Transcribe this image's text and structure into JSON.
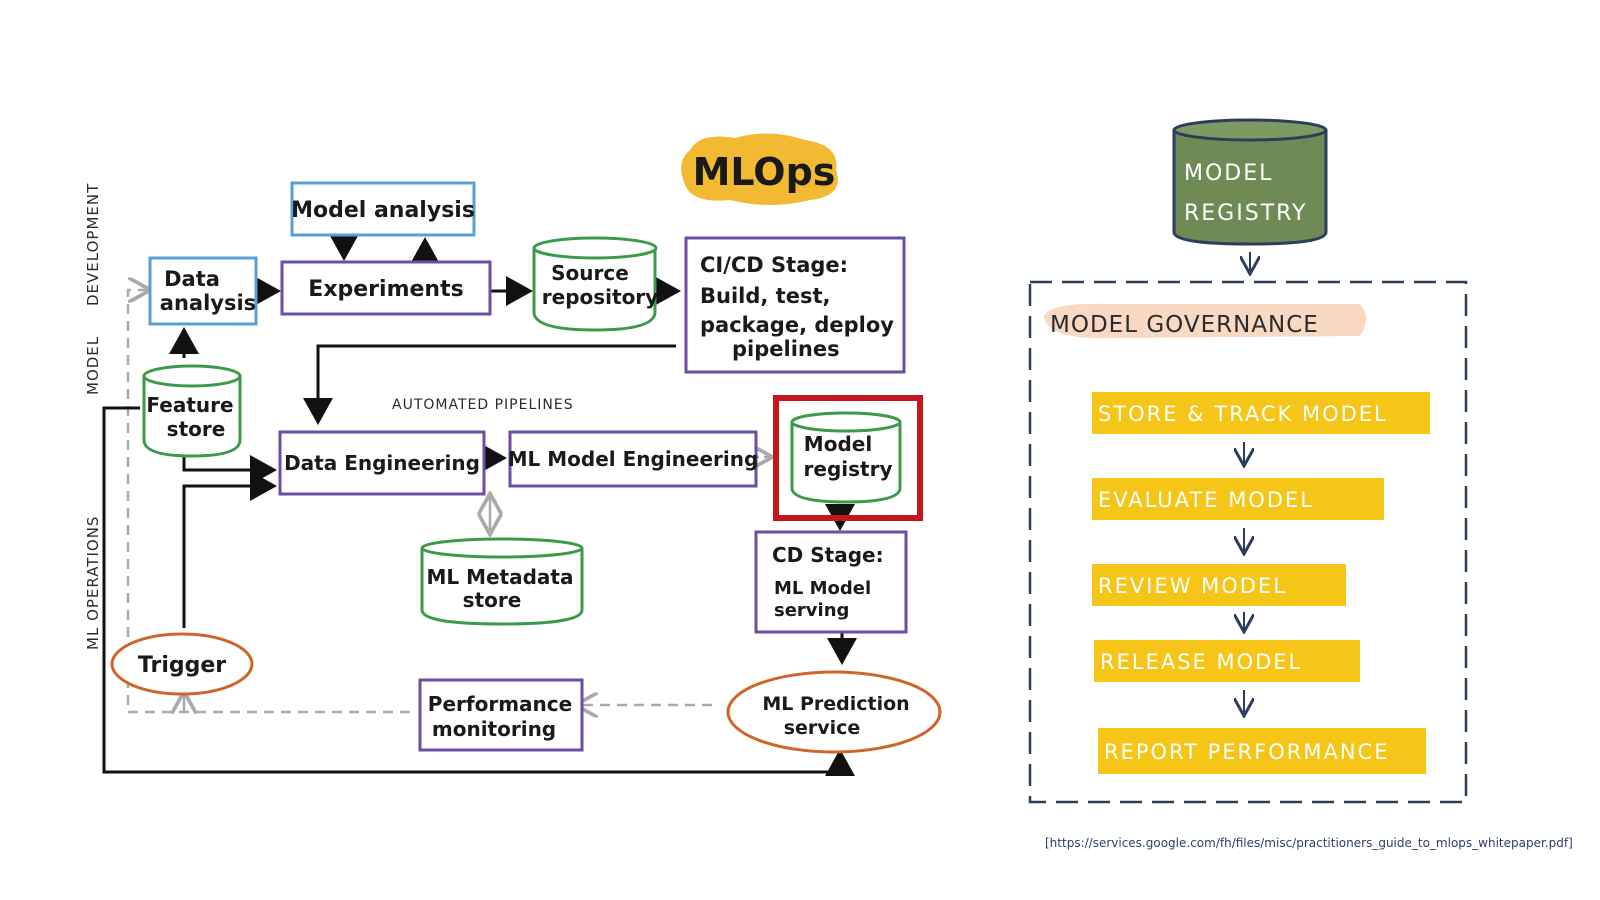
{
  "title": "MLOps",
  "side_labels": {
    "model_development": "MODEL DEVELOPMENT",
    "model_word": "MODEL",
    "development_word": "DEVELOPMENT",
    "ml_operations": "ML OPERATIONS"
  },
  "section_label": "AUTOMATED PIPELINES",
  "nodes": {
    "model_analysis": "Model analysis",
    "data_analysis": [
      "Data",
      "analysis"
    ],
    "experiments": "Experiments",
    "source_repository": [
      "Source",
      "repository"
    ],
    "cicd_stage": [
      "CI/CD Stage:",
      "Build, test,",
      "package, deploy",
      "pipelines"
    ],
    "feature_store": [
      "Feature",
      "store"
    ],
    "data_engineering": "Data Engineering",
    "ml_model_engineering": "ML Model Engineering",
    "model_registry": [
      "Model",
      "registry"
    ],
    "ml_metadata_store": [
      "ML Metadata",
      "store"
    ],
    "cd_stage": [
      "CD Stage:",
      "ML Model",
      "serving"
    ],
    "trigger": "Trigger",
    "performance_monitoring": [
      "Performance",
      "monitoring"
    ],
    "ml_prediction_service": [
      "ML Prediction",
      "service"
    ]
  },
  "registry_db": [
    "MODEL",
    "REGISTRY"
  ],
  "governance": {
    "title": "MODEL GOVERNANCE",
    "steps": [
      "STORE & TRACK MODEL",
      "EVALUATE MODEL",
      "REVIEW MODEL",
      "RELEASE MODEL",
      "REPORT PERFORMANCE"
    ]
  },
  "citation": "[https://services.google.com/fh/files/misc/practitioners_guide_to_mlops_whitepaper.pdf]",
  "colors": {
    "blue_box": "#5aa0d6",
    "purple_box": "#6b4fa6",
    "green_db": "#3c9a4a",
    "orange_ellipse": "#d0652a",
    "highlight_red": "#c4161c",
    "title_blob": "#f2b933",
    "registry_db_fill": "#6e8a55",
    "governance_yellow": "#f5c518",
    "governance_title_bg": "#f9d9c4",
    "dashed_navy": "#2d3e5c"
  }
}
